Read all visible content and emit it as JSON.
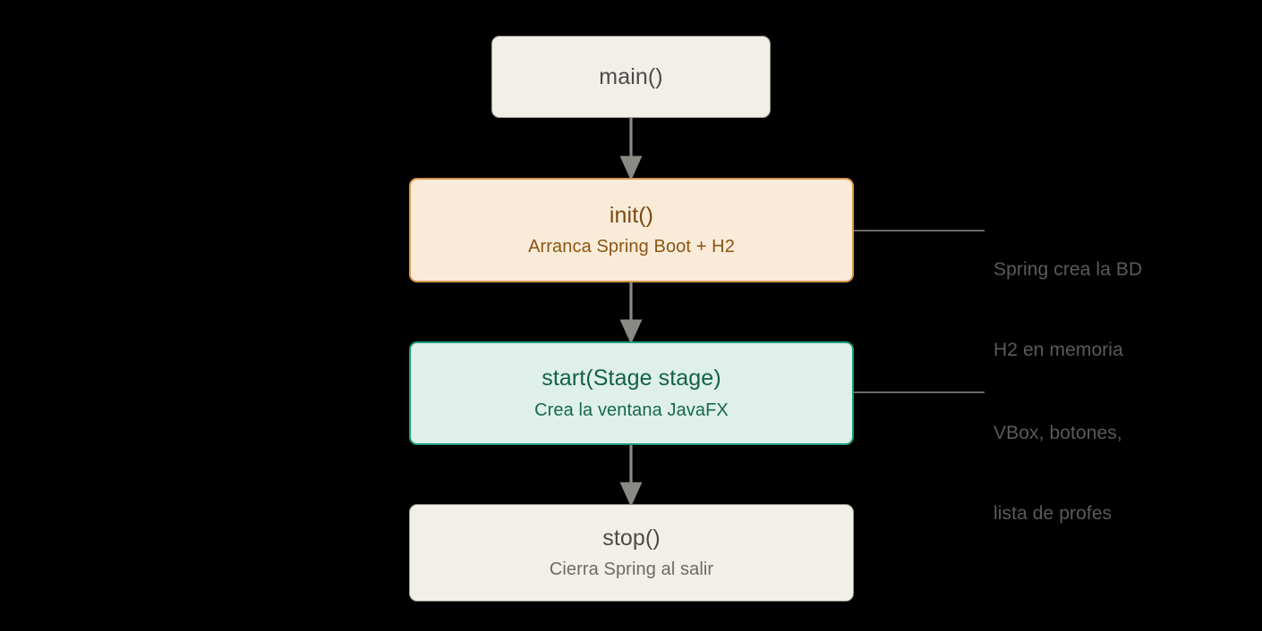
{
  "diagram": {
    "background_color": "#000000",
    "nodes": [
      {
        "id": "main",
        "title": "main()",
        "subtitle": "",
        "style": "neutral",
        "fill": "#F2EFE9",
        "border": "#9C988F",
        "text": "#4B4B49"
      },
      {
        "id": "init",
        "title": "init()",
        "subtitle": "Arranca Spring Boot + H2",
        "style": "warm",
        "fill": "#FAEBD9",
        "border": "#D79A4F",
        "text": "#7A4A12"
      },
      {
        "id": "start",
        "title": "start(Stage stage)",
        "subtitle": "Crea la ventana JavaFX",
        "style": "cool",
        "fill": "#DEF0E9",
        "border": "#1E9B7B",
        "text": "#14604A"
      },
      {
        "id": "stop",
        "title": "stop()",
        "subtitle": "Cierra Spring al salir",
        "style": "neutral",
        "fill": "#F2EFE9",
        "border": "#9C988F",
        "text": "#4B4B49"
      }
    ],
    "edges": [
      {
        "id": "main-to-init",
        "from": "main",
        "to": "init",
        "label": "",
        "color": "#8A8A85"
      },
      {
        "id": "init-to-start",
        "from": "init",
        "to": "start",
        "label": "",
        "color": "#8A8A85"
      },
      {
        "id": "start-to-stop",
        "from": "start",
        "to": "stop",
        "label": "",
        "color": "#8A8A85"
      }
    ],
    "annotations": [
      {
        "id": "annot-init",
        "attached_to": "init",
        "line1": "Spring crea la BD",
        "line2": "H2 en memoria",
        "color": "#5A5A5A",
        "connector_color": "#8A8A85"
      },
      {
        "id": "annot-start",
        "attached_to": "start",
        "line1": "VBox, botones,",
        "line2": "lista de profes",
        "color": "#5A5A5A",
        "connector_color": "#8A8A85"
      }
    ]
  }
}
